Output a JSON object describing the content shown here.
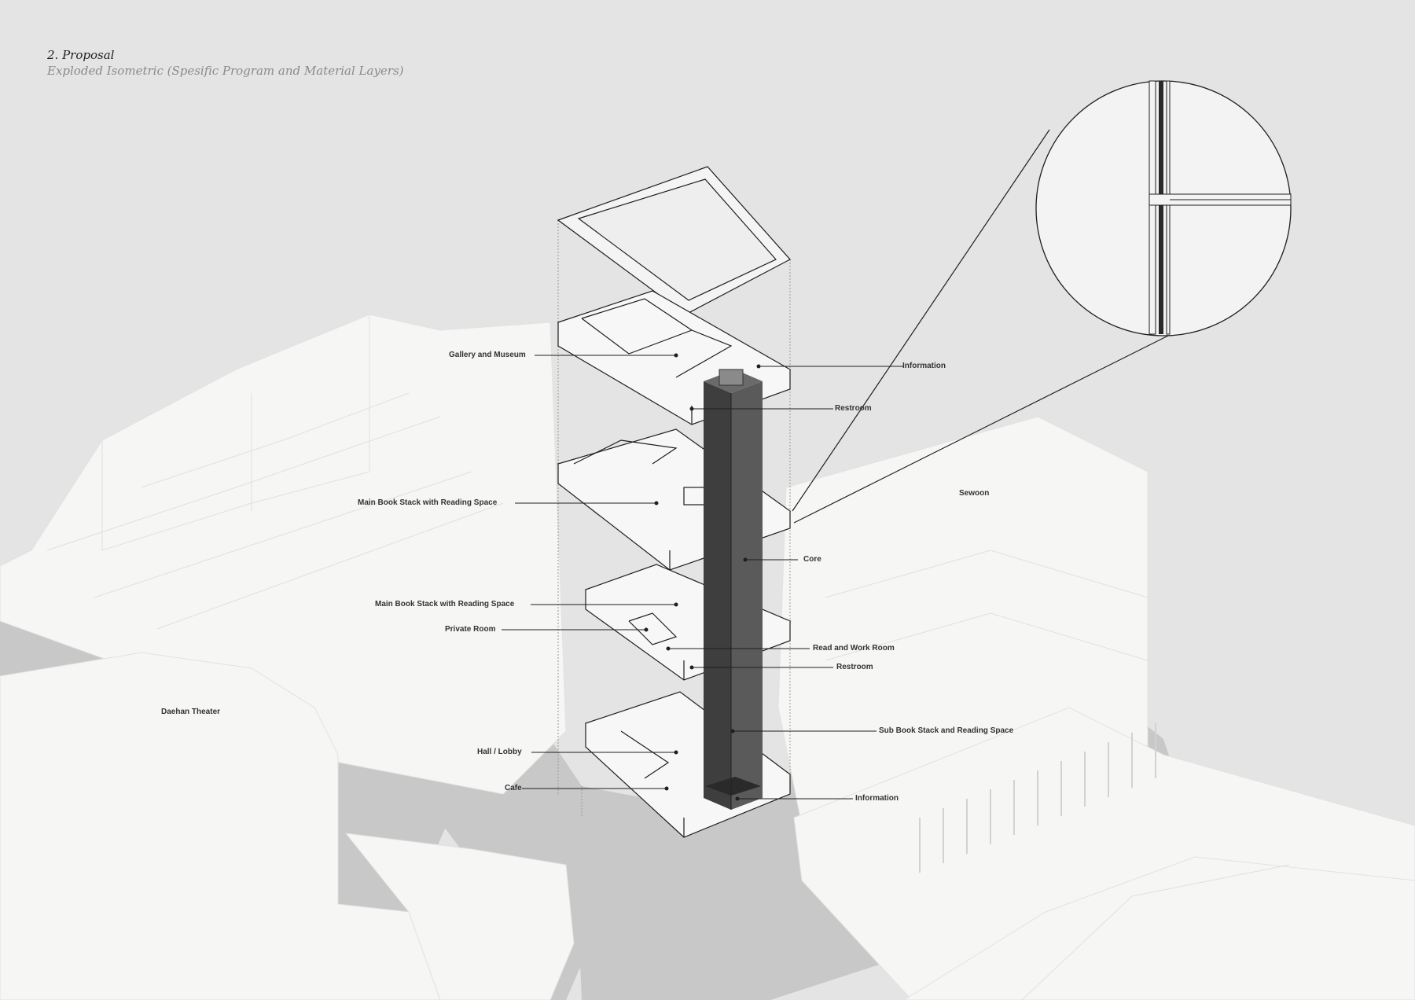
{
  "heading": {
    "title": "2. Proposal",
    "subtitle": "Exploded Isometric (Spesific Program and Material Layers)"
  },
  "places": {
    "left": "Daehan Theater",
    "right": "Sewoon"
  },
  "callouts": {
    "gallery": "Gallery and Museum",
    "info_top": "Information",
    "restroom_top": "Restroom",
    "main_stack_1": "Main Book Stack  with Reading Space",
    "core": "Core",
    "main_stack_2": "Main Book Stack with Reading Space",
    "private_room": "Private Room",
    "read_work": "Read and Work Room",
    "restroom_mid": "Restroom",
    "sub_stack": "Sub Book Stack and Reading Space",
    "hall": "Hall / Lobby",
    "cafe": "Cafe",
    "info_bottom": "Information"
  },
  "colors": {
    "background": "#e4e4e4",
    "building_mass": "#f6f6f5",
    "shadow": "#c6c6c6",
    "core": "#4a4a4a",
    "line": "#1e1e1e"
  }
}
